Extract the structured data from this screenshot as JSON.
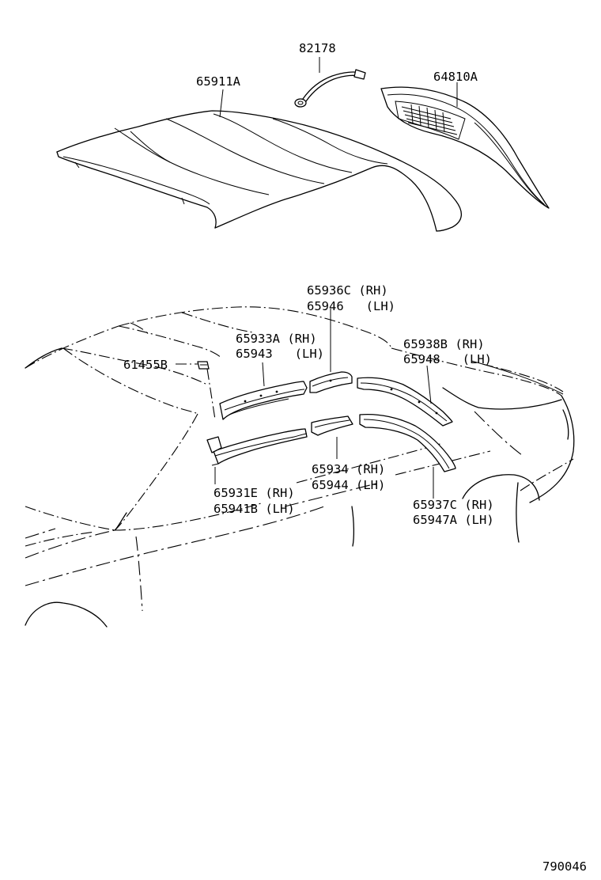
{
  "labels": {
    "p82178": "82178",
    "p65911A": "65911A",
    "p64810A": "64810A",
    "p65936C": "65936C (RH)",
    "p65946": "65946   (LH)",
    "p65933A": "65933A (RH)",
    "p65943": "65943   (LH)",
    "p65938B": "65938B (RH)",
    "p65948": "65948   (LH)",
    "p61455B": "61455B",
    "p65934": "65934 (RH)",
    "p65944": "65944 (LH)",
    "p65931E": "65931E (RH)",
    "p65941B": "65941B (LH)",
    "p65937C": "65937C (RH)",
    "p65947A": "65947A (LH)",
    "figure_id": "790046"
  }
}
